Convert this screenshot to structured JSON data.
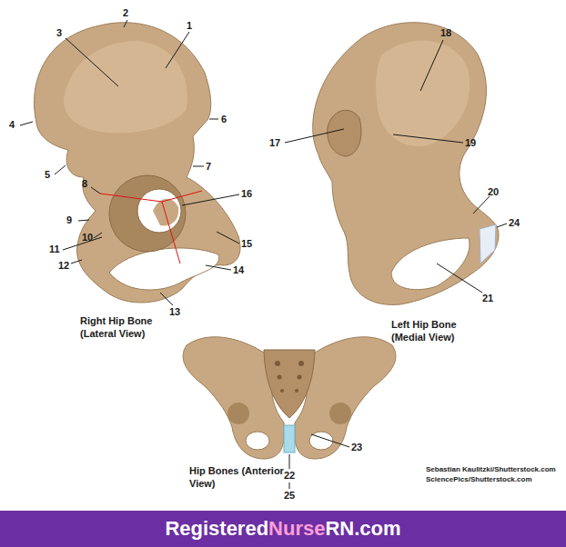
{
  "diagram": {
    "nodes": [
      {
        "text": [
          "RegisteredNurseRN.com"
        ]
      }
    ],
    "labels": [
      "1",
      "2",
      "3",
      "4",
      "5",
      "6",
      "7",
      "8",
      "9",
      "10",
      "11",
      "12",
      "13",
      "14",
      "15",
      "16",
      "17",
      "18",
      "19",
      "20",
      "21",
      "22",
      "23",
      "24",
      "25",
      "Right Hip Bone (Lateral View)",
      "Left Hip Bone (Medial View)",
      "Hip Bones (Anterior View)",
      "Sebastian Kaulitzki/Shutterstock.com",
      "SciencePics/Shutterstock.com"
    ]
  }
}
